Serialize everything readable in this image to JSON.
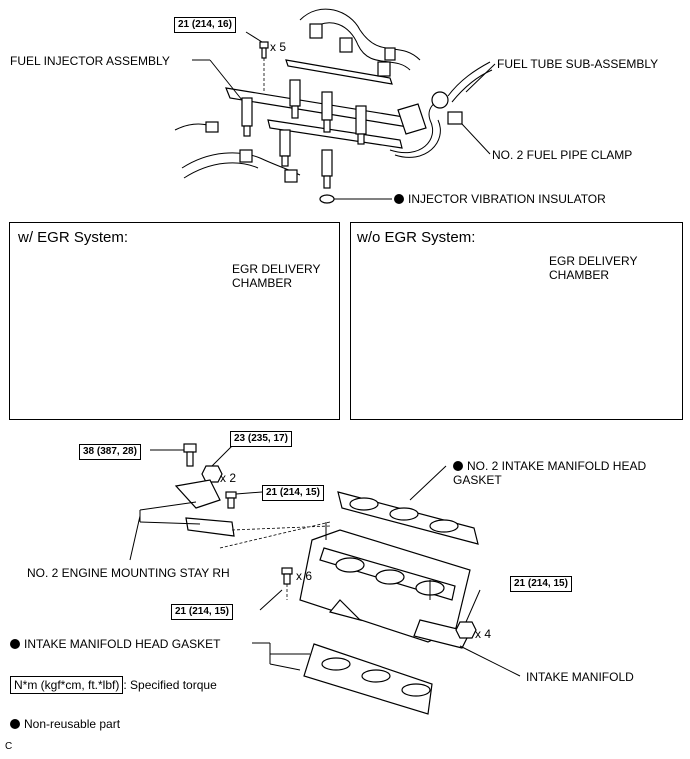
{
  "labels": {
    "fuel_injector_assembly": "FUEL INJECTOR ASSEMBLY",
    "fuel_tube_sub_assembly": "FUEL TUBE SUB-ASSEMBLY",
    "no2_fuel_pipe_clamp": "NO. 2 FUEL PIPE CLAMP",
    "injector_vibration_insulator": "INJECTOR VIBRATION INSULATOR",
    "egr_delivery_chamber_1": "EGR DELIVERY\nCHAMBER",
    "egr_delivery_chamber_2": "EGR DELIVERY\nCHAMBER",
    "no2_intake_manifold_head_gasket": "NO. 2 INTAKE MANIFOLD HEAD\nGASKET",
    "no2_engine_mounting_stay_rh": "NO. 2 ENGINE MOUNTING STAY RH",
    "intake_manifold_head_gasket": "INTAKE MANIFOLD HEAD GASKET",
    "intake_manifold": "INTAKE MANIFOLD",
    "corner_code": "C"
  },
  "panels": {
    "with_egr": "w/ EGR System:",
    "without_egr": "w/o EGR System:"
  },
  "torques": {
    "t1": "21 (214, 16)",
    "t2": "38 (387, 28)",
    "t3": "23 (235, 17)",
    "t4": "21 (214, 15)",
    "t5": "21 (214, 15)",
    "t6": "21 (214, 15)"
  },
  "multipliers": {
    "m1": "x 5",
    "m2": "x 2",
    "m3": "x 6",
    "m4": "x 4"
  },
  "legend": {
    "specified_torque_box": "N*m (kgf*cm, ft.*lbf)",
    "specified_torque_text": ": Specified torque",
    "non_reusable": "Non-reusable part"
  }
}
